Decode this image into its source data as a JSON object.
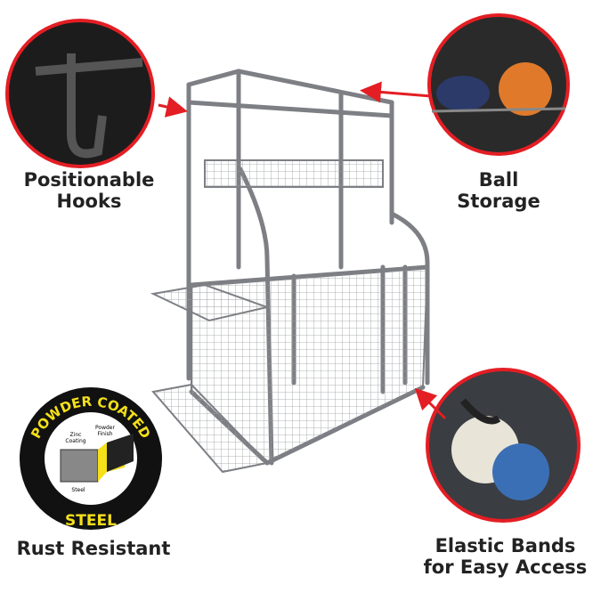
{
  "features": [
    {
      "id": "hooks",
      "lines": [
        "Positionable",
        "Hooks"
      ]
    },
    {
      "id": "ball",
      "lines": [
        "Ball",
        "Storage"
      ]
    },
    {
      "id": "rust",
      "lines": [
        "Rust Resistant"
      ]
    },
    {
      "id": "bands",
      "lines": [
        "Elastic Bands",
        "for Easy Access"
      ]
    }
  ],
  "badge": {
    "top": "POWDER COATED",
    "bottom": "STEEL",
    "zinc": [
      "Zinc",
      "Coating"
    ],
    "powder": [
      "Powder",
      "Finish"
    ],
    "steel": "Steel"
  },
  "colors": {
    "accent": "#e31e24",
    "badge_yellow": "#f5e01a",
    "frame": "#8a8c90"
  }
}
